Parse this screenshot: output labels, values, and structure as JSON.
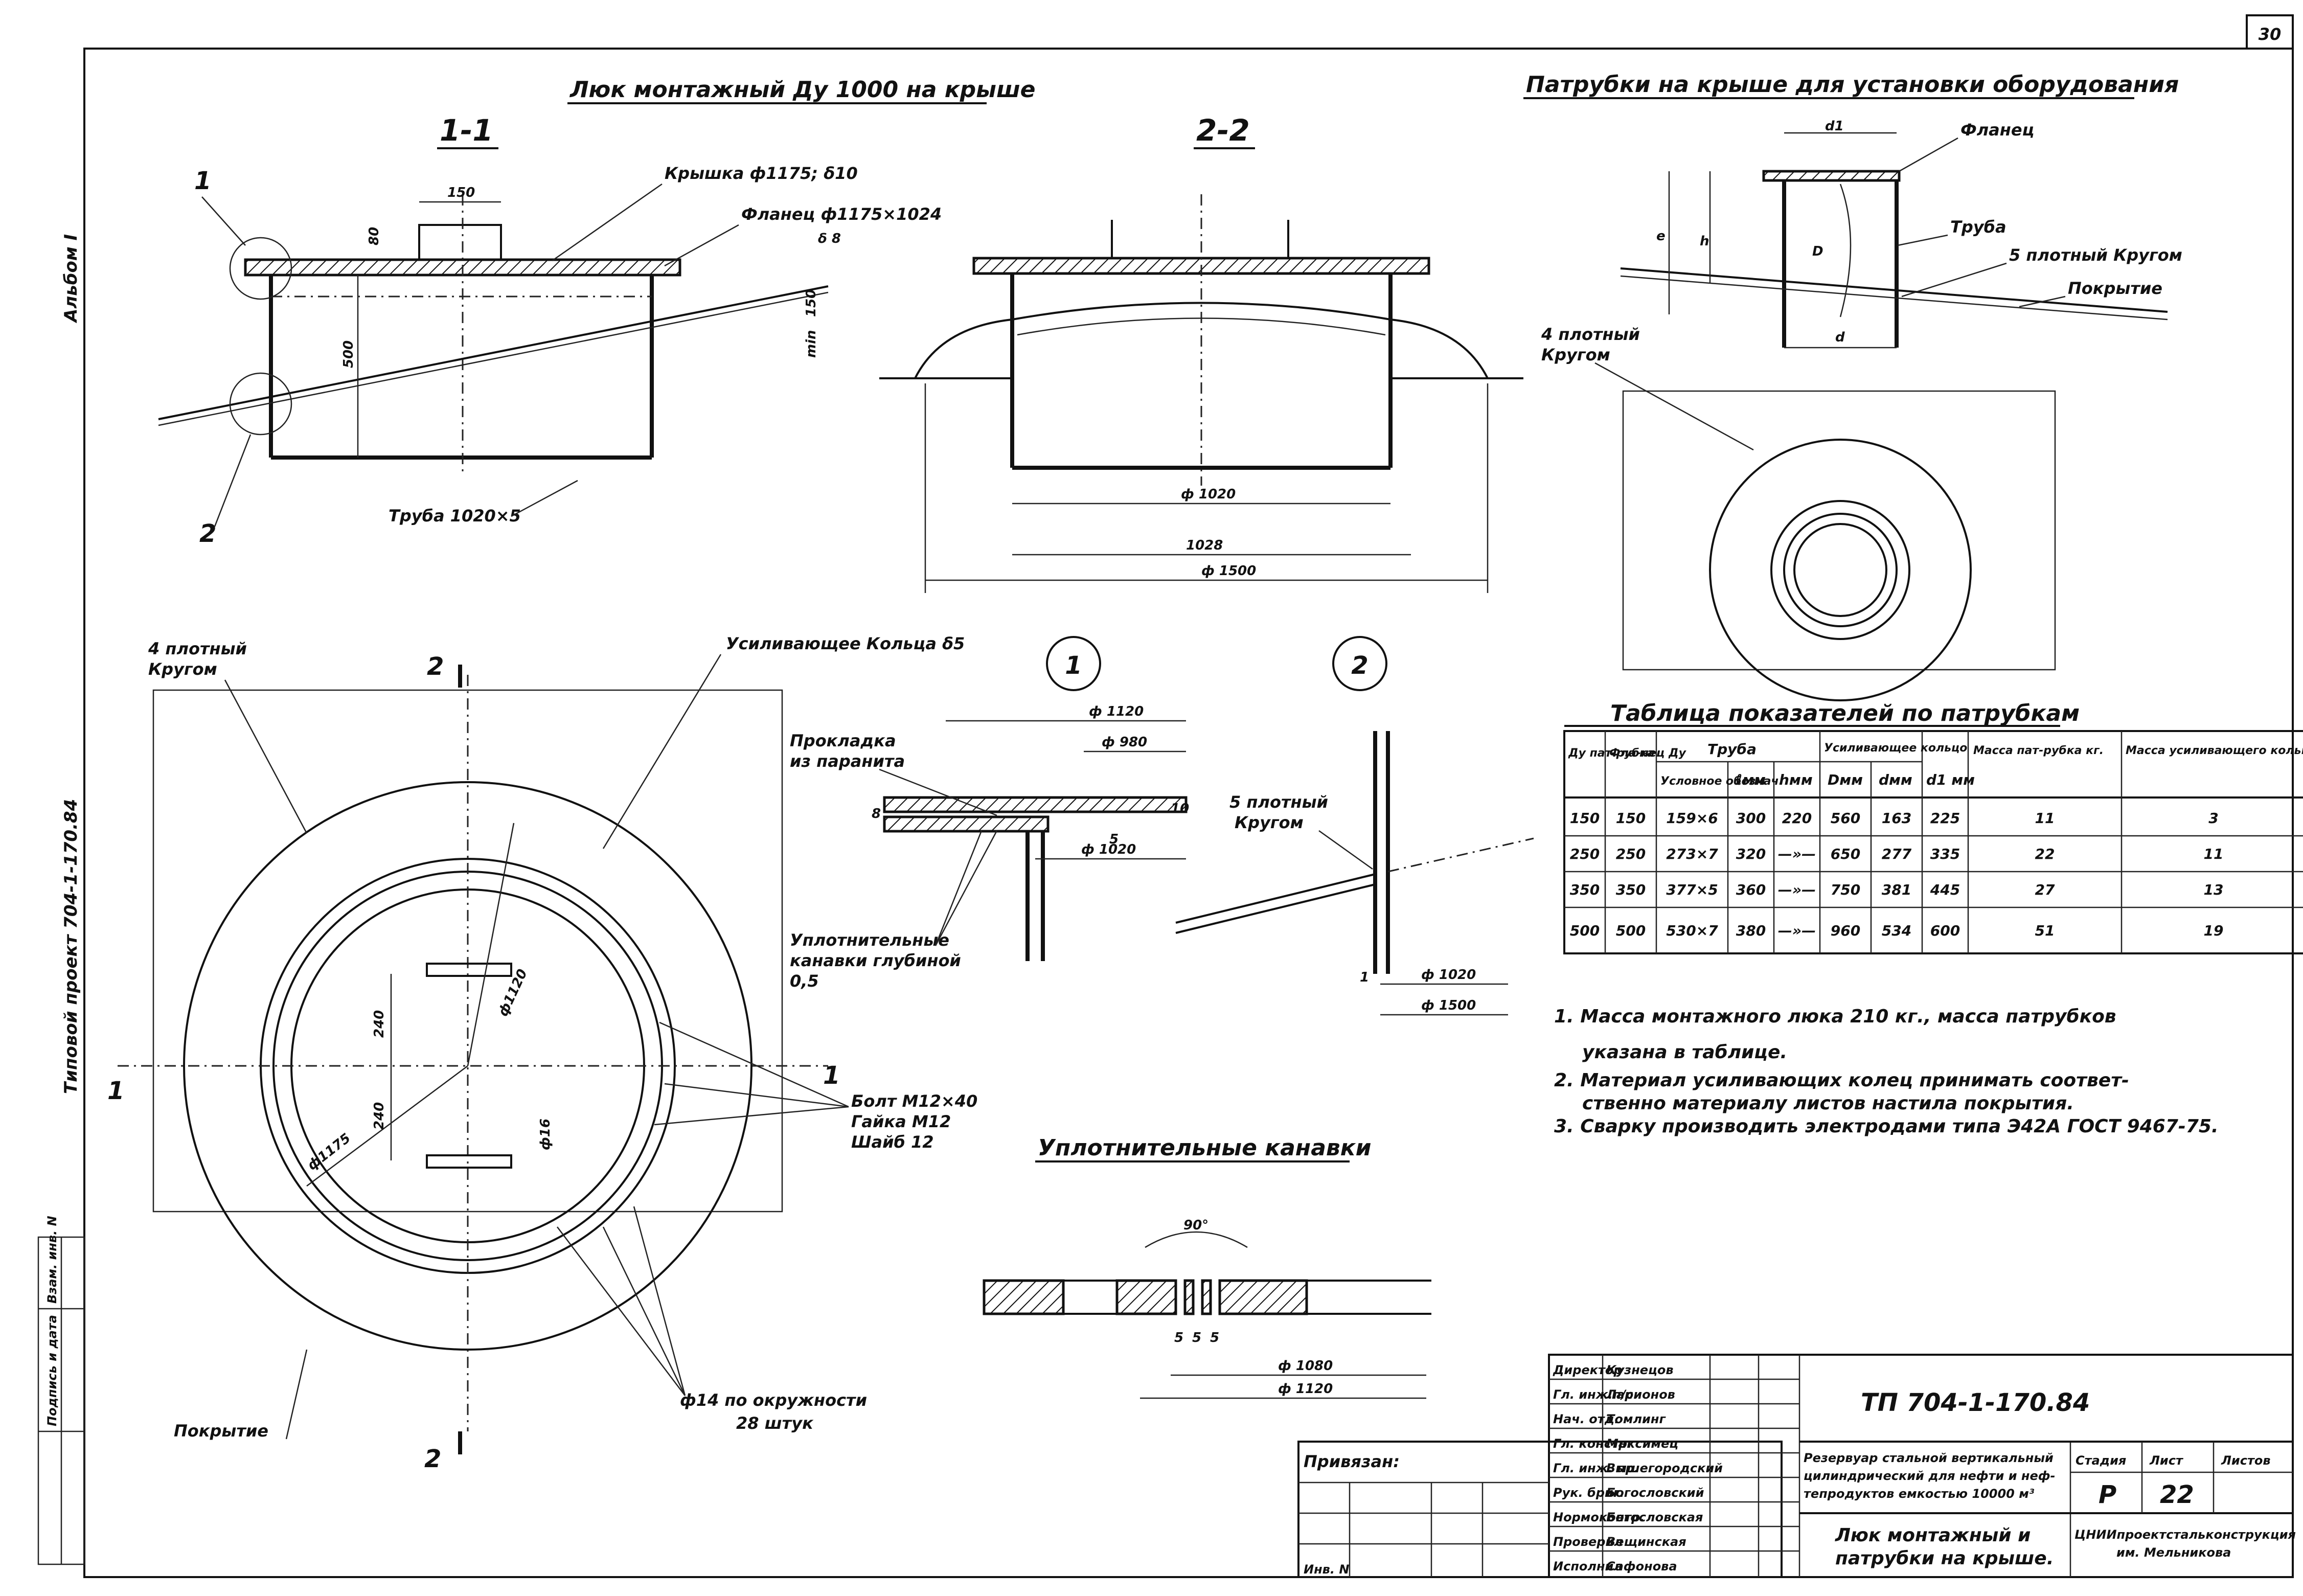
{
  "sheet": {
    "page_number": "30",
    "album_label": "Альбом I",
    "project_label": "Типовой проект 704-1-170.84"
  },
  "left_stamp": {
    "cells": [
      "Подпись и дата",
      "Взам. инв. N"
    ]
  },
  "hatch": {
    "title": "Люк монтажный Ду 1000 на крыше",
    "section_1": "1-1",
    "section_2": "2-2",
    "callout_1": "1",
    "callout_2": "2",
    "labels": {
      "cover": "Крышка ф1175; δ10",
      "flange": "Фланец ф1175×1024",
      "flange_thk": "δ 8",
      "pipe": "Труба 1020×5",
      "dim_150": "150",
      "dim_80": "80",
      "dim_500": "500",
      "dim_150b": "150",
      "min": "min",
      "d1020": "ф 1020",
      "d1028": "1028",
      "d1500": "ф 1500"
    }
  },
  "plan": {
    "weld_label_1": "4 плотный",
    "weld_label_2": "Кругом",
    "ring_label": "Усиливающее Кольца δ5",
    "cut_mark": "2",
    "cut_mark_bottom": "2",
    "cut_left": "1",
    "cut_right": "1",
    "d1120": "ф1120",
    "d1175": "ф1175",
    "d16": "ф16",
    "dim_240a": "240",
    "dim_240b": "240",
    "bolt_1": "Болт М12×40",
    "bolt_2": "Гайка М12",
    "bolt_3": "Шайб 12",
    "holes_1": "ф14 по окружности",
    "holes_2": "28 штук",
    "roof": "Покрытие"
  },
  "detail1": {
    "num": "1",
    "d1120": "ф 1120",
    "d980": "ф 980",
    "d1020": "ф 1020",
    "gasket_1": "Прокладка",
    "gasket_2": "из паранита",
    "grooves_1": "Уплотнительные",
    "grooves_2": "канавки глубиной",
    "grooves_3": "0,5",
    "dim_8": "8",
    "dim_5": "5",
    "dim_10": "10"
  },
  "detail2": {
    "num": "2",
    "weld_1": "5 плотный",
    "weld_2": "Кругом",
    "d1020": "ф 1020",
    "d1500": "ф 1500",
    "dim_1": "1"
  },
  "grooves": {
    "title": "Уплотнительные канавки",
    "angle": "90°",
    "s1": "5",
    "s2": "5",
    "s3": "5",
    "d1080": "ф 1080",
    "d1120": "ф 1120"
  },
  "nozzle": {
    "title": "Патрубки на крыше для установки оборудования",
    "d1": "d1",
    "d": "d",
    "D": "D",
    "e": "e",
    "h": "h",
    "flange": "Фланец",
    "pipe": "Труба",
    "weld5_1": "5 плотный Кругом",
    "roof": "Покрытие",
    "weld4_1": "4 плотный",
    "weld4_2": "Кругом"
  },
  "table": {
    "title": "Таблица показателей по патрубкам",
    "h_dy": "Ду пат-рубка",
    "h_fl": "Фла-нец Ду",
    "h_pipe": "Труба",
    "h_ring": "Усиливающее кольцо",
    "h_mass1": "Масса пат-рубка кг.",
    "h_mass2": "Масса усиливающего кольца кг.",
    "h_cond": "Условное обознач.",
    "h_l": "ℓмм",
    "h_h": "hмм",
    "h_D": "Dмм",
    "h_dm": "dмм",
    "h_d1": "d1 мм",
    "rows": [
      [
        "150",
        "150",
        "159×6",
        "300",
        "220",
        "560",
        "163",
        "225",
        "11",
        "3"
      ],
      [
        "250",
        "250",
        "273×7",
        "320",
        "—»—",
        "650",
        "277",
        "335",
        "22",
        "11"
      ],
      [
        "350",
        "350",
        "377×5",
        "360",
        "—»—",
        "750",
        "381",
        "445",
        "27",
        "13"
      ],
      [
        "500",
        "500",
        "530×7",
        "380",
        "—»—",
        "960",
        "534",
        "600",
        "51",
        "19"
      ]
    ]
  },
  "notes": [
    "1. Масса монтажного люка 210 кг., масса патрубков",
    "указана в таблице.",
    "2. Материал усиливающих колец принимать соответ-",
    "ственно материалу листов настила покрытия.",
    "3. Сварку производить электродами типа Э42А ГОСТ 9467-75."
  ],
  "titleblock": {
    "roles": [
      "Директор",
      "Гл. инж.п/с",
      "Нач. отд.",
      "Гл. констр.",
      "Гл. инж. пр.",
      "Рук. бриг.",
      "Нормоконтр.",
      "Проверил",
      "Исполнил"
    ],
    "names": [
      "Кузнецов",
      "Ларионов",
      "Томлинг",
      "Максимец",
      "Вышегородский",
      "Богословский",
      "Богословская",
      "Вещинская",
      "Сафонова"
    ],
    "binding": "Привязан:",
    "inv": "Инв. N",
    "code": "ТП 704-1-170.84",
    "object_1": "Резервуар стальной вертикальный",
    "object_2": "цилиндрический для нефти и неф-",
    "object_3": "тепродуктов емкостью 10000 м³",
    "stage_h": "Стадия",
    "sheet_h": "Лист",
    "sheets_h": "Листов",
    "stage": "Р",
    "sheet_no": "22",
    "drawing_1": "Люк монтажный и",
    "drawing_2": "патрубки на крыше.",
    "org_1": "ЦНИИпроектстальконструкция",
    "org_2": "им. Мельникова"
  }
}
